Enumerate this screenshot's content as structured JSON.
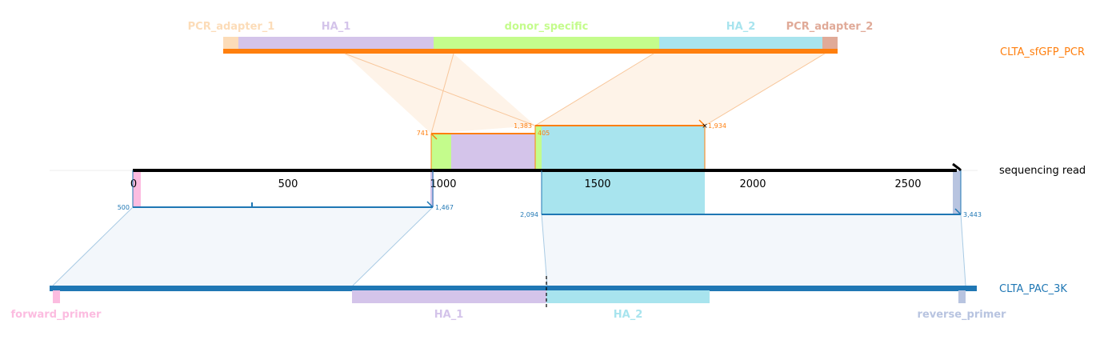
{
  "colors": {
    "pcr_adapter_1": "#fcdcb8",
    "ha_1": "#d4c4ea",
    "donor_specific": "#c4fc8c",
    "ha_2": "#a8e4ee",
    "pcr_adapter_2": "#e0aa98",
    "forward_primer": "#fcbce0",
    "reverse_primer": "#b8c4e0",
    "orange": "#ff7f0e",
    "blue": "#1f77b4",
    "read": "#000000",
    "orange_fill": "#fdebd9",
    "blue_fill": "#e4eef6"
  },
  "top_features": [
    {
      "name": "PCR_adapter_1",
      "color": "#fcdcb8"
    },
    {
      "name": "HA_1",
      "color": "#d4c4ea"
    },
    {
      "name": "donor_specific",
      "color": "#c4fc8c"
    },
    {
      "name": "HA_2",
      "color": "#a8e4ee"
    },
    {
      "name": "PCR_adapter_2",
      "color": "#e0aa98"
    }
  ],
  "bottom_features": [
    {
      "name": "forward_primer",
      "color": "#fcbce0"
    },
    {
      "name": "HA_1",
      "color": "#d4c4ea"
    },
    {
      "name": "HA_2",
      "color": "#a8e4ee"
    },
    {
      "name": "reverse_primer",
      "color": "#b8c4e0"
    }
  ],
  "references": {
    "top": "CLTA_sfGFP_PCR",
    "bottom": "CLTA_PAC_3K",
    "read": "sequencing read"
  },
  "read_axis": {
    "ticks": [
      "0",
      "500",
      "1000",
      "1500",
      "2000",
      "2500"
    ]
  },
  "alignment_labels": {
    "top_1_ref_start": "741",
    "top_1_ref_end": "405",
    "top_2_ref_start": "1,383",
    "top_2_ref_end": "1,934",
    "bottom_1_ref_start": "500",
    "bottom_1_ref_end": "1,467",
    "bottom_2_ref_start": "2,094",
    "bottom_2_ref_end": "3,443"
  }
}
